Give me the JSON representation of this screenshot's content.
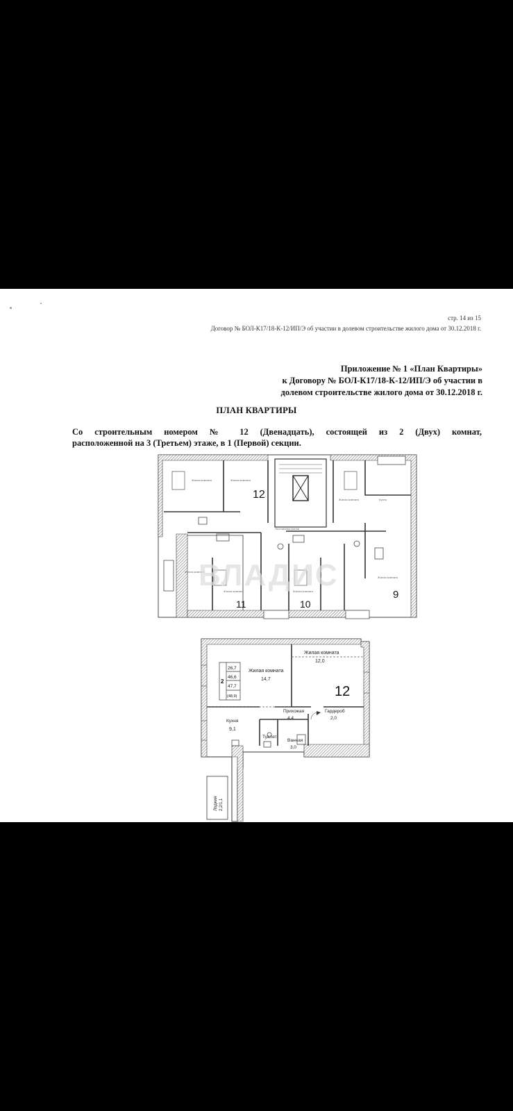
{
  "document": {
    "page_number": "стр. 14 из 15",
    "contract_header": "Договор № БОЛ-К17/18-К-12/ИП/Э об участии в долевом строительстве жилого дома от 30.12.2018 г.",
    "appendix_lines": [
      "Приложение № 1 «План Квартиры»",
      "к Договору № БОЛ-К17/18-К-12/ИП/Э об участии в",
      "долевом строительстве жилого дома от 30.12.2018 г."
    ],
    "title": "ПЛАН КВАРТИРЫ",
    "description_lines": [
      "Со строительным номером № 12 (Двенадцать), состоящей из 2 (Двух) комнат,",
      "расположенной на 3 (Третьем) этаже, в 1 (Первой) секции."
    ]
  },
  "floor_plan": {
    "apartment_numbers": [
      "12",
      "11",
      "10",
      "9"
    ],
    "watermark": "ВЛАДИС"
  },
  "apartment_plan": {
    "number": "12",
    "rooms_count": "2",
    "area_values": [
      "26,7",
      "46,6",
      "47,7",
      "(48,9)"
    ],
    "rooms": [
      {
        "name": "Жилая комната",
        "area": "14,7"
      },
      {
        "name": "Жилая комната",
        "area": "12,0"
      },
      {
        "name": "Кухня",
        "area": "9,1"
      },
      {
        "name": "Прихожая",
        "area": "4,4"
      },
      {
        "name": "Гардероб",
        "area": "2,0"
      },
      {
        "name": "Туалет",
        "area": ""
      },
      {
        "name": "Ванная",
        "area": "3,0"
      },
      {
        "name": "Лоджия",
        "area": "2,2/1,1"
      }
    ]
  }
}
